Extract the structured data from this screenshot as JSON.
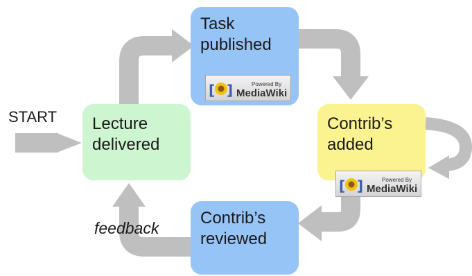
{
  "diagram": {
    "start_label": "START",
    "feedback_label": "feedback",
    "nodes": {
      "task_published": {
        "label": "Task\npublished",
        "color": "#97c4f7"
      },
      "lecture_delivered": {
        "label": "Lecture\ndelivered",
        "color": "#cdf5cf"
      },
      "contribs_added": {
        "label": "Contrib’s\nadded",
        "color": "#fbf38f"
      },
      "contribs_reviewed": {
        "label": "Contrib’s\nreviewed",
        "color": "#97c4f7"
      }
    },
    "badge": {
      "line1": "Powered By",
      "line2": "MediaWiki",
      "icon": "sunflower-logo-icon"
    },
    "arrow_color": "#bfbfbf"
  }
}
